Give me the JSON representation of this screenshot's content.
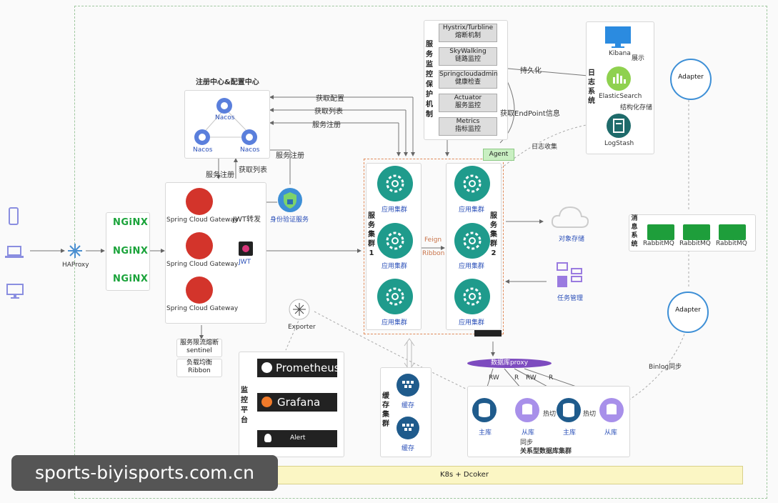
{
  "registry": {
    "title": "注册中心&配置中心",
    "nodes": [
      "Nacos",
      "Nacos",
      "Nacos"
    ],
    "arrows": [
      "获取配置",
      "获取列表",
      "服务注册"
    ],
    "down_register": "服务注册",
    "down_list": "获取列表",
    "auth_register": "服务注册"
  },
  "auth": {
    "label": "身份验证服务"
  },
  "clients": {
    "icons": [
      "phone-icon",
      "laptop-icon",
      "monitor-icon"
    ]
  },
  "haproxy": {
    "label": "HAProxy"
  },
  "nginx": {
    "labels": [
      "NGiNX",
      "NGiNX",
      "NGiNX"
    ]
  },
  "gateway": {
    "items": [
      "Spring Cloud Gateway",
      "Spring Cloud Gateway",
      "Spring Cloud Gateway"
    ],
    "jwt_forward": "JWT转发",
    "jwt": "JWT",
    "sentinel": [
      "服务限流熔断",
      "sentinel"
    ],
    "ribbon": [
      "负载均衡",
      "Ribbon"
    ]
  },
  "cluster1": {
    "title": "服务集群1",
    "items": [
      "应用集群",
      "应用集群",
      "应用集群"
    ]
  },
  "cluster2": {
    "title": "服务集群2",
    "items": [
      "应用集群",
      "应用集群",
      "应用集群"
    ]
  },
  "feign": [
    "Feign",
    "Ribbon"
  ],
  "protect": {
    "title": "服务监控保护机制",
    "items": [
      [
        "Hystrix/Turbline",
        "熔断机制"
      ],
      [
        "SkyWalking",
        "链路监控"
      ],
      [
        "Springcloudadmin",
        "健康检查"
      ],
      [
        "Actuator",
        "服务监控"
      ],
      [
        "Metrics",
        "指标监控"
      ]
    ],
    "agent": "Agent",
    "persist": "持久化",
    "endpoint": "获取EndPoint信息"
  },
  "log": {
    "title": "日志系统",
    "kibana": "Kibana",
    "show": "展示",
    "es": "ElasticSearch",
    "struct": "结构化存储",
    "logstash": "LogStash",
    "collect": "日志收集"
  },
  "adapter": [
    "Adapter",
    "Adapter"
  ],
  "storage": {
    "label": "对象存储"
  },
  "task": {
    "label": "任务管理"
  },
  "mq": {
    "title": "消息系统",
    "items": [
      "RabbitMQ",
      "RabbitMQ",
      "RabbitMQ"
    ]
  },
  "binlog": "Binlog同步",
  "exporter": "Exporter",
  "monitor": {
    "title": "监控平台",
    "prometheus": "Prometheus",
    "grafana": "Grafana",
    "alert": "Alert"
  },
  "cache": {
    "title": "缓存集群",
    "items": [
      "缓存",
      "缓存"
    ]
  },
  "db": {
    "proxy": "数据库proxy",
    "rw": [
      "RW",
      "R",
      "RW",
      "R"
    ],
    "master": [
      "主库",
      "主库"
    ],
    "slave": [
      "从库",
      "从库"
    ],
    "hot": [
      "热切",
      "热切"
    ],
    "sync": "同步",
    "title": "关系型数据库集群"
  },
  "k8s": "K8s + Dcoker",
  "watermark": "sports-biyisports.com.cn",
  "colors": {
    "teal": "#1f9b8c",
    "red": "#d3342b",
    "green": "#1e9e3b",
    "blue": "#3d8fd6",
    "purple": "#7d4bbf"
  }
}
